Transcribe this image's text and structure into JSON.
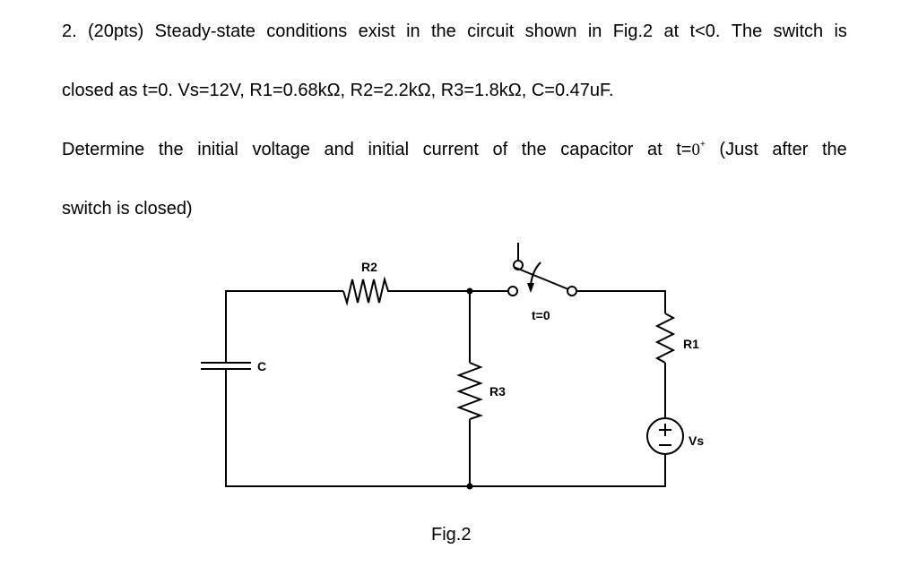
{
  "problem": {
    "line1_words": [
      "2.",
      "(20pts)",
      "Steady-state",
      "conditions",
      "exist",
      "in",
      "the",
      "circuit",
      "shown",
      "in",
      "Fig.2",
      "at",
      "t<0.",
      "The",
      "switch",
      "is"
    ],
    "line2": "closed as t=0. Vs=12V, R1=0.68kΩ, R2=2.2kΩ, R3=1.8kΩ, C=0.47uF.",
    "line3_before": [
      "Determine",
      "the",
      "initial",
      "voltage",
      "and",
      "initial",
      "current",
      "of",
      "the",
      "capacitor",
      "at"
    ],
    "line3_t": "t=",
    "line3_zero": "0",
    "line3_sup": "+",
    "line3_after": [
      "(Just",
      "after",
      "the"
    ],
    "line4": "switch is closed)"
  },
  "figure": {
    "caption": "Fig.2",
    "labels": {
      "r1": "R1",
      "r2": "R2",
      "r3": "R3",
      "c": "C",
      "vs": "Vs",
      "switch_time": "t=0",
      "plus": "+",
      "minus": "−"
    }
  }
}
